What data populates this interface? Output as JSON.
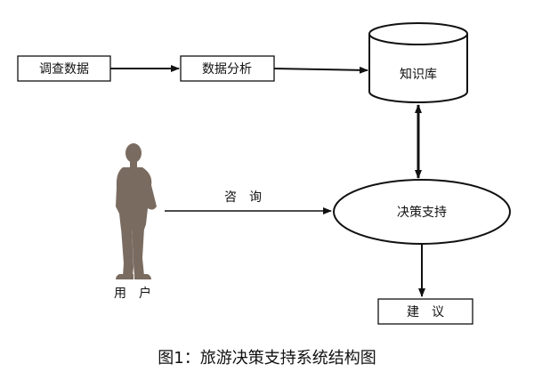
{
  "nodes": {
    "survey_data": "调查数据",
    "data_analysis": "数据分析",
    "knowledge_base": "知识库",
    "decision_support": "决策支持",
    "suggestion": "建　议",
    "user": "用　户"
  },
  "edges": {
    "consult": "咨　询"
  },
  "caption": "图1：旅游决策支持系统结构图",
  "colors": {
    "stroke": "#111111",
    "silhouette": "#7a6b60",
    "background": "#ffffff"
  }
}
